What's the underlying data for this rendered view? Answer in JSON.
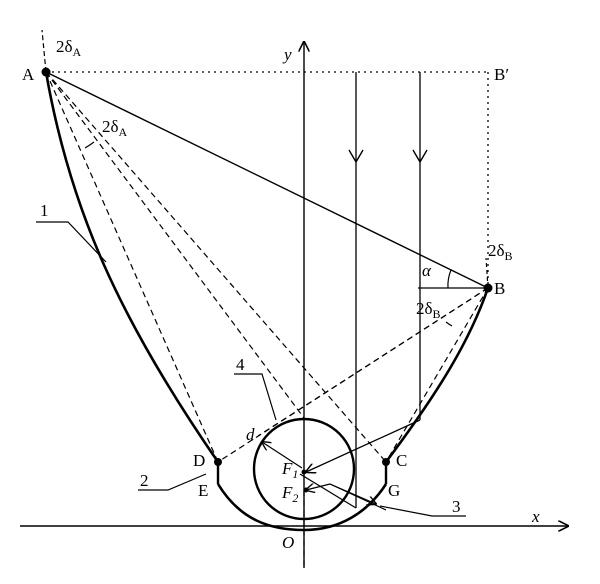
{
  "diagram": {
    "points": {
      "A": "A",
      "B": "B",
      "B_prime": "B′",
      "C": "C",
      "D": "D",
      "E": "E",
      "G": "G",
      "O": "O"
    },
    "axes": {
      "x": "x",
      "y": "y"
    },
    "foci": {
      "f1_base": "F",
      "f1_sub": "1",
      "f2_base": "F",
      "f2_sub": "2"
    },
    "angles": {
      "delta_prefix": "2δ",
      "a_sub": "A",
      "b_sub": "B",
      "alpha": "α"
    },
    "diameter": "d",
    "callouts": {
      "c1": "1",
      "c2": "2",
      "c3": "3",
      "c4": "4"
    }
  }
}
